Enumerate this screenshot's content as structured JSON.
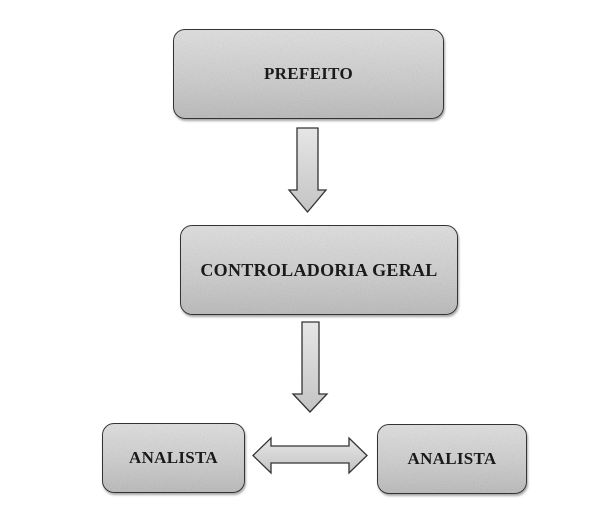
{
  "diagram": {
    "nodes": [
      {
        "id": "prefeito",
        "label": "PREFEITO"
      },
      {
        "id": "controladoria",
        "label": "CONTROLADORIA GERAL"
      },
      {
        "id": "analista1",
        "label": "ANALISTA"
      },
      {
        "id": "analista2",
        "label": "ANALISTA"
      }
    ],
    "edges": [
      {
        "from": "prefeito",
        "to": "controladoria",
        "type": "down-arrow"
      },
      {
        "from": "controladoria",
        "to": "analista1",
        "type": "down-arrow"
      },
      {
        "from": "analista1",
        "to": "analista2",
        "type": "double-arrow"
      }
    ]
  }
}
